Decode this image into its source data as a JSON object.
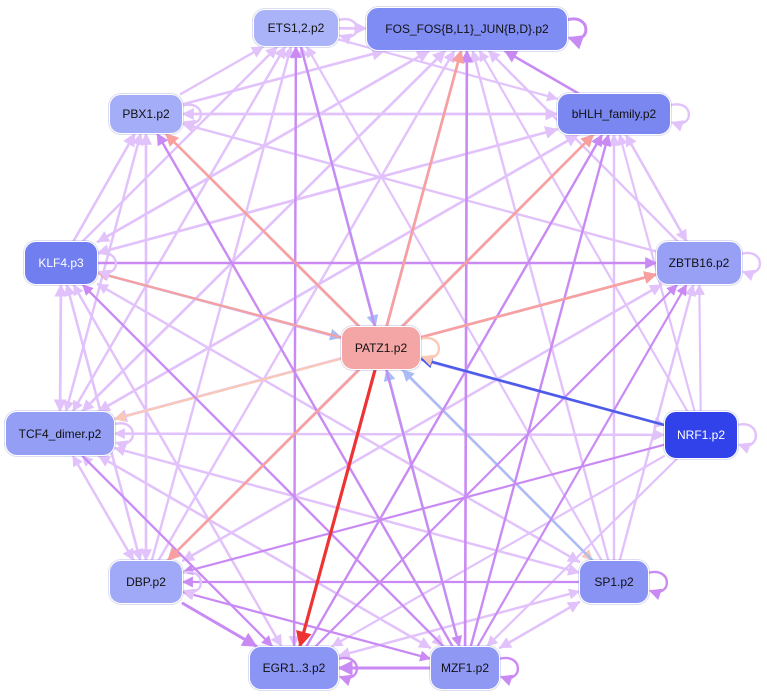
{
  "nodes": [
    {
      "id": "ets",
      "label": "ETS1,2.p2",
      "fill": "#aab3f8",
      "text": "#111111"
    },
    {
      "id": "fos",
      "label": "FOS_FOS{B,L1}_JUN{B,D}.p2",
      "fill": "#7f8cf3",
      "text": "#111111"
    },
    {
      "id": "pbx",
      "label": "PBX1.p2",
      "fill": "#a4adf7",
      "text": "#111111"
    },
    {
      "id": "bhlh",
      "label": "bHLH_family.p2",
      "fill": "#7b87f1",
      "text": "#111111"
    },
    {
      "id": "klf",
      "label": "KLF4.p3",
      "fill": "#717ef0",
      "text": "#ffffff"
    },
    {
      "id": "zbtb",
      "label": "ZBTB16.p2",
      "fill": "#97a0f5",
      "text": "#111111"
    },
    {
      "id": "patz",
      "label": "PATZ1.p2",
      "fill": "#f4a5a5",
      "text": "#111111"
    },
    {
      "id": "tcf",
      "label": "TCF4_dimer.p2",
      "fill": "#949ef5",
      "text": "#111111"
    },
    {
      "id": "nrf",
      "label": "NRF1.p2",
      "fill": "#3242ea",
      "text": "#ffffff"
    },
    {
      "id": "dbp",
      "label": "DBP.p2",
      "fill": "#a0a9f7",
      "text": "#111111"
    },
    {
      "id": "sp1",
      "label": "SP1.p2",
      "fill": "#8893f4",
      "text": "#111111"
    },
    {
      "id": "egr",
      "label": "EGR1..3.p2",
      "fill": "#8a95f4",
      "text": "#111111"
    },
    {
      "id": "mzf",
      "label": "MZF1.p2",
      "fill": "#8f99f4",
      "text": "#111111"
    }
  ],
  "colors": {
    "light_violet": "#e2c2fb",
    "violet": "#c98af3",
    "salmon": "#f7a09e",
    "pale_blue": "#a9bcf5",
    "blue": "#4a5ce8",
    "red": "#ee3333",
    "peach": "#f9c9b5"
  },
  "edges": [
    {
      "s": "patz",
      "t": "egr",
      "c": "red",
      "w": 3.2
    },
    {
      "s": "nrf",
      "t": "patz",
      "c": "blue",
      "w": 2.6
    },
    {
      "s": "patz",
      "t": "fos",
      "c": "salmon",
      "w": 2.6
    },
    {
      "s": "patz",
      "t": "bhlh",
      "c": "salmon",
      "w": 2.6
    },
    {
      "s": "patz",
      "t": "zbtb",
      "c": "salmon",
      "w": 2.6
    },
    {
      "s": "patz",
      "t": "pbx",
      "c": "salmon",
      "w": 2.6
    },
    {
      "s": "patz",
      "t": "dbp",
      "c": "salmon",
      "w": 2.6
    },
    {
      "s": "patz",
      "t": "klf",
      "c": "salmon",
      "w": 2.2
    },
    {
      "s": "ets",
      "t": "patz",
      "c": "pale_blue",
      "w": 2.4
    },
    {
      "s": "klf",
      "t": "patz",
      "c": "pale_blue",
      "w": 2.4
    },
    {
      "s": "sp1",
      "t": "patz",
      "c": "pale_blue",
      "w": 2.4
    },
    {
      "s": "mzf",
      "t": "patz",
      "c": "pale_blue",
      "w": 2.4
    },
    {
      "s": "patz",
      "t": "tcf",
      "c": "peach",
      "w": 2.2
    },
    {
      "s": "patz",
      "t": "mzf",
      "c": "peach",
      "w": 2.2
    },
    {
      "s": "patz",
      "t": "sp1",
      "c": "peach",
      "w": 2.2
    },
    {
      "s": "dbp",
      "t": "egr",
      "c": "violet",
      "w": 3.0
    },
    {
      "s": "mzf",
      "t": "egr",
      "c": "violet",
      "w": 3.0
    },
    {
      "s": "bhlh",
      "t": "fos",
      "c": "violet",
      "w": 2.6
    },
    {
      "s": "mzf",
      "t": "fos",
      "c": "violet",
      "w": 2.6
    },
    {
      "s": "egr",
      "t": "ets",
      "c": "violet",
      "w": 2.4
    },
    {
      "s": "mzf",
      "t": "pbx",
      "c": "violet",
      "w": 2.4
    },
    {
      "s": "egr",
      "t": "bhlh",
      "c": "violet",
      "w": 2.4
    },
    {
      "s": "egr",
      "t": "fos",
      "c": "violet",
      "w": 2.4
    },
    {
      "s": "mzf",
      "t": "bhlh",
      "c": "violet",
      "w": 2.4
    },
    {
      "s": "mzf",
      "t": "klf",
      "c": "violet",
      "w": 2.2
    },
    {
      "s": "sp1",
      "t": "dbp",
      "c": "violet",
      "w": 2.2
    },
    {
      "s": "mzf",
      "t": "zbtb",
      "c": "violet",
      "w": 2.2
    },
    {
      "s": "egr",
      "t": "zbtb",
      "c": "violet",
      "w": 2.2
    },
    {
      "s": "tcf",
      "t": "egr",
      "c": "violet",
      "w": 2.2
    },
    {
      "s": "nrf",
      "t": "dbp",
      "c": "violet",
      "w": 2.2
    },
    {
      "s": "dbp",
      "t": "mzf",
      "c": "violet",
      "w": 2.2
    },
    {
      "s": "klf",
      "t": "zbtb",
      "c": "violet",
      "w": 2.4
    },
    {
      "s": "ets",
      "t": "mzf",
      "c": "violet",
      "w": 2.2
    },
    {
      "s": "ets",
      "t": "fos",
      "c": "light_violet",
      "w": 2.6
    },
    {
      "s": "pbx",
      "t": "bhlh",
      "c": "light_violet",
      "w": 2.6
    },
    {
      "s": "pbx",
      "t": "fos",
      "c": "light_violet",
      "w": 2.6
    },
    {
      "s": "pbx",
      "t": "ets",
      "c": "light_violet",
      "w": 2.4
    },
    {
      "s": "klf",
      "t": "fos",
      "c": "light_violet",
      "w": 2.6
    },
    {
      "s": "klf",
      "t": "bhlh",
      "c": "light_violet",
      "w": 2.6
    },
    {
      "s": "klf",
      "t": "ets",
      "c": "light_violet",
      "w": 2.4
    },
    {
      "s": "klf",
      "t": "pbx",
      "c": "light_violet",
      "w": 2.6
    },
    {
      "s": "klf",
      "t": "tcf",
      "c": "light_violet",
      "w": 2.6
    },
    {
      "s": "tcf",
      "t": "klf",
      "c": "light_violet",
      "w": 2.6
    },
    {
      "s": "klf",
      "t": "dbp",
      "c": "light_violet",
      "w": 2.4
    },
    {
      "s": "klf",
      "t": "sp1",
      "c": "light_violet",
      "w": 2.4
    },
    {
      "s": "klf",
      "t": "mzf",
      "c": "light_violet",
      "w": 2.4
    },
    {
      "s": "klf",
      "t": "egr",
      "c": "light_violet",
      "w": 2.4
    },
    {
      "s": "klf",
      "t": "nrf",
      "c": "light_violet",
      "w": 2.2
    },
    {
      "s": "tcf",
      "t": "fos",
      "c": "light_violet",
      "w": 2.6
    },
    {
      "s": "tcf",
      "t": "bhlh",
      "c": "light_violet",
      "w": 2.6
    },
    {
      "s": "tcf",
      "t": "ets",
      "c": "light_violet",
      "w": 2.4
    },
    {
      "s": "tcf",
      "t": "zbtb",
      "c": "light_violet",
      "w": 2.6
    },
    {
      "s": "tcf",
      "t": "pbx",
      "c": "light_violet",
      "w": 2.4
    },
    {
      "s": "tcf",
      "t": "nrf",
      "c": "light_violet",
      "w": 2.4
    },
    {
      "s": "tcf",
      "t": "sp1",
      "c": "light_violet",
      "w": 2.4
    },
    {
      "s": "tcf",
      "t": "mzf",
      "c": "light_violet",
      "w": 2.4
    },
    {
      "s": "tcf",
      "t": "dbp",
      "c": "light_violet",
      "w": 2.4
    },
    {
      "s": "dbp",
      "t": "tcf",
      "c": "light_violet",
      "w": 2.2
    },
    {
      "s": "dbp",
      "t": "klf",
      "c": "light_violet",
      "w": 2.4
    },
    {
      "s": "dbp",
      "t": "pbx",
      "c": "light_violet",
      "w": 2.4
    },
    {
      "s": "dbp",
      "t": "ets",
      "c": "light_violet",
      "w": 2.4
    },
    {
      "s": "dbp",
      "t": "fos",
      "c": "light_violet",
      "w": 2.4
    },
    {
      "s": "dbp",
      "t": "bhlh",
      "c": "light_violet",
      "w": 2.4
    },
    {
      "s": "dbp",
      "t": "zbtb",
      "c": "light_violet",
      "w": 2.4
    },
    {
      "s": "zbtb",
      "t": "tcf",
      "c": "light_violet",
      "w": 2.6
    },
    {
      "s": "zbtb",
      "t": "fos",
      "c": "light_violet",
      "w": 2.4
    },
    {
      "s": "zbtb",
      "t": "bhlh",
      "c": "light_violet",
      "w": 2.4
    },
    {
      "s": "zbtb",
      "t": "pbx",
      "c": "light_violet",
      "w": 2.4
    },
    {
      "s": "zbtb",
      "t": "dbp",
      "c": "light_violet",
      "w": 2.4
    },
    {
      "s": "bhlh",
      "t": "tcf",
      "c": "light_violet",
      "w": 2.4
    },
    {
      "s": "bhlh",
      "t": "klf",
      "c": "light_violet",
      "w": 2.4
    },
    {
      "s": "bhlh",
      "t": "zbtb",
      "c": "light_violet",
      "w": 2.4
    },
    {
      "s": "bhlh",
      "t": "pbx",
      "c": "light_violet",
      "w": 2.4
    },
    {
      "s": "fos",
      "t": "tcf",
      "c": "light_violet",
      "w": 2.4
    },
    {
      "s": "fos",
      "t": "klf",
      "c": "light_violet",
      "w": 2.4
    },
    {
      "s": "ets",
      "t": "bhlh",
      "c": "light_violet",
      "w": 2.2
    },
    {
      "s": "ets",
      "t": "egr",
      "c": "light_violet",
      "w": 2.2
    },
    {
      "s": "ets",
      "t": "tcf",
      "c": "light_violet",
      "w": 2.2
    },
    {
      "s": "pbx",
      "t": "dbp",
      "c": "light_violet",
      "w": 2.4
    },
    {
      "s": "pbx",
      "t": "tcf",
      "c": "light_violet",
      "w": 2.2
    },
    {
      "s": "sp1",
      "t": "fos",
      "c": "light_violet",
      "w": 2.4
    },
    {
      "s": "sp1",
      "t": "bhlh",
      "c": "light_violet",
      "w": 2.4
    },
    {
      "s": "sp1",
      "t": "zbtb",
      "c": "light_violet",
      "w": 2.4
    },
    {
      "s": "sp1",
      "t": "ets",
      "c": "light_violet",
      "w": 2.2
    },
    {
      "s": "sp1",
      "t": "pbx",
      "c": "light_violet",
      "w": 2.2
    },
    {
      "s": "sp1",
      "t": "klf",
      "c": "light_violet",
      "w": 2.2
    },
    {
      "s": "sp1",
      "t": "tcf",
      "c": "light_violet",
      "w": 2.2
    },
    {
      "s": "sp1",
      "t": "egr",
      "c": "light_violet",
      "w": 2.4
    },
    {
      "s": "sp1",
      "t": "mzf",
      "c": "light_violet",
      "w": 2.4
    },
    {
      "s": "mzf",
      "t": "sp1",
      "c": "light_violet",
      "w": 2.4
    },
    {
      "s": "mzf",
      "t": "tcf",
      "c": "light_violet",
      "w": 2.4
    },
    {
      "s": "mzf",
      "t": "dbp",
      "c": "light_violet",
      "w": 2.2
    },
    {
      "s": "mzf",
      "t": "ets",
      "c": "light_violet",
      "w": 2.2
    },
    {
      "s": "nrf",
      "t": "tcf",
      "c": "light_violet",
      "w": 2.2
    },
    {
      "s": "nrf",
      "t": "bhlh",
      "c": "light_violet",
      "w": 2.2
    },
    {
      "s": "nrf",
      "t": "zbtb",
      "c": "light_violet",
      "w": 2.2
    },
    {
      "s": "nrf",
      "t": "fos",
      "c": "light_violet",
      "w": 2.2
    },
    {
      "s": "nrf",
      "t": "klf",
      "c": "light_violet",
      "w": 2.2
    },
    {
      "s": "nrf",
      "t": "egr",
      "c": "light_violet",
      "w": 2.2
    },
    {
      "s": "nrf",
      "t": "mzf",
      "c": "light_violet",
      "w": 2.2
    },
    {
      "s": "egr",
      "t": "tcf",
      "c": "light_violet",
      "w": 2.2
    },
    {
      "s": "egr",
      "t": "klf",
      "c": "light_violet",
      "w": 2.2
    },
    {
      "s": "egr",
      "t": "sp1",
      "c": "light_violet",
      "w": 2.2
    }
  ],
  "self_loops": [
    {
      "n": "fos",
      "c": "violet",
      "w": 3.0,
      "side": "right"
    },
    {
      "n": "ets",
      "c": "light_violet",
      "w": 2.4,
      "side": "right"
    },
    {
      "n": "pbx",
      "c": "light_violet",
      "w": 2.4,
      "side": "right"
    },
    {
      "n": "bhlh",
      "c": "light_violet",
      "w": 2.4,
      "side": "right"
    },
    {
      "n": "klf",
      "c": "light_violet",
      "w": 2.4,
      "side": "right"
    },
    {
      "n": "zbtb",
      "c": "light_violet",
      "w": 2.4,
      "side": "right"
    },
    {
      "n": "patz",
      "c": "peach",
      "w": 2.4,
      "side": "right"
    },
    {
      "n": "tcf",
      "c": "light_violet",
      "w": 2.4,
      "side": "right"
    },
    {
      "n": "nrf",
      "c": "light_violet",
      "w": 2.4,
      "side": "right"
    },
    {
      "n": "dbp",
      "c": "light_violet",
      "w": 2.4,
      "side": "right"
    },
    {
      "n": "sp1",
      "c": "violet",
      "w": 2.4,
      "side": "right"
    },
    {
      "n": "egr",
      "c": "violet",
      "w": 2.4,
      "side": "right"
    },
    {
      "n": "mzf",
      "c": "violet",
      "w": 2.4,
      "side": "right"
    }
  ]
}
